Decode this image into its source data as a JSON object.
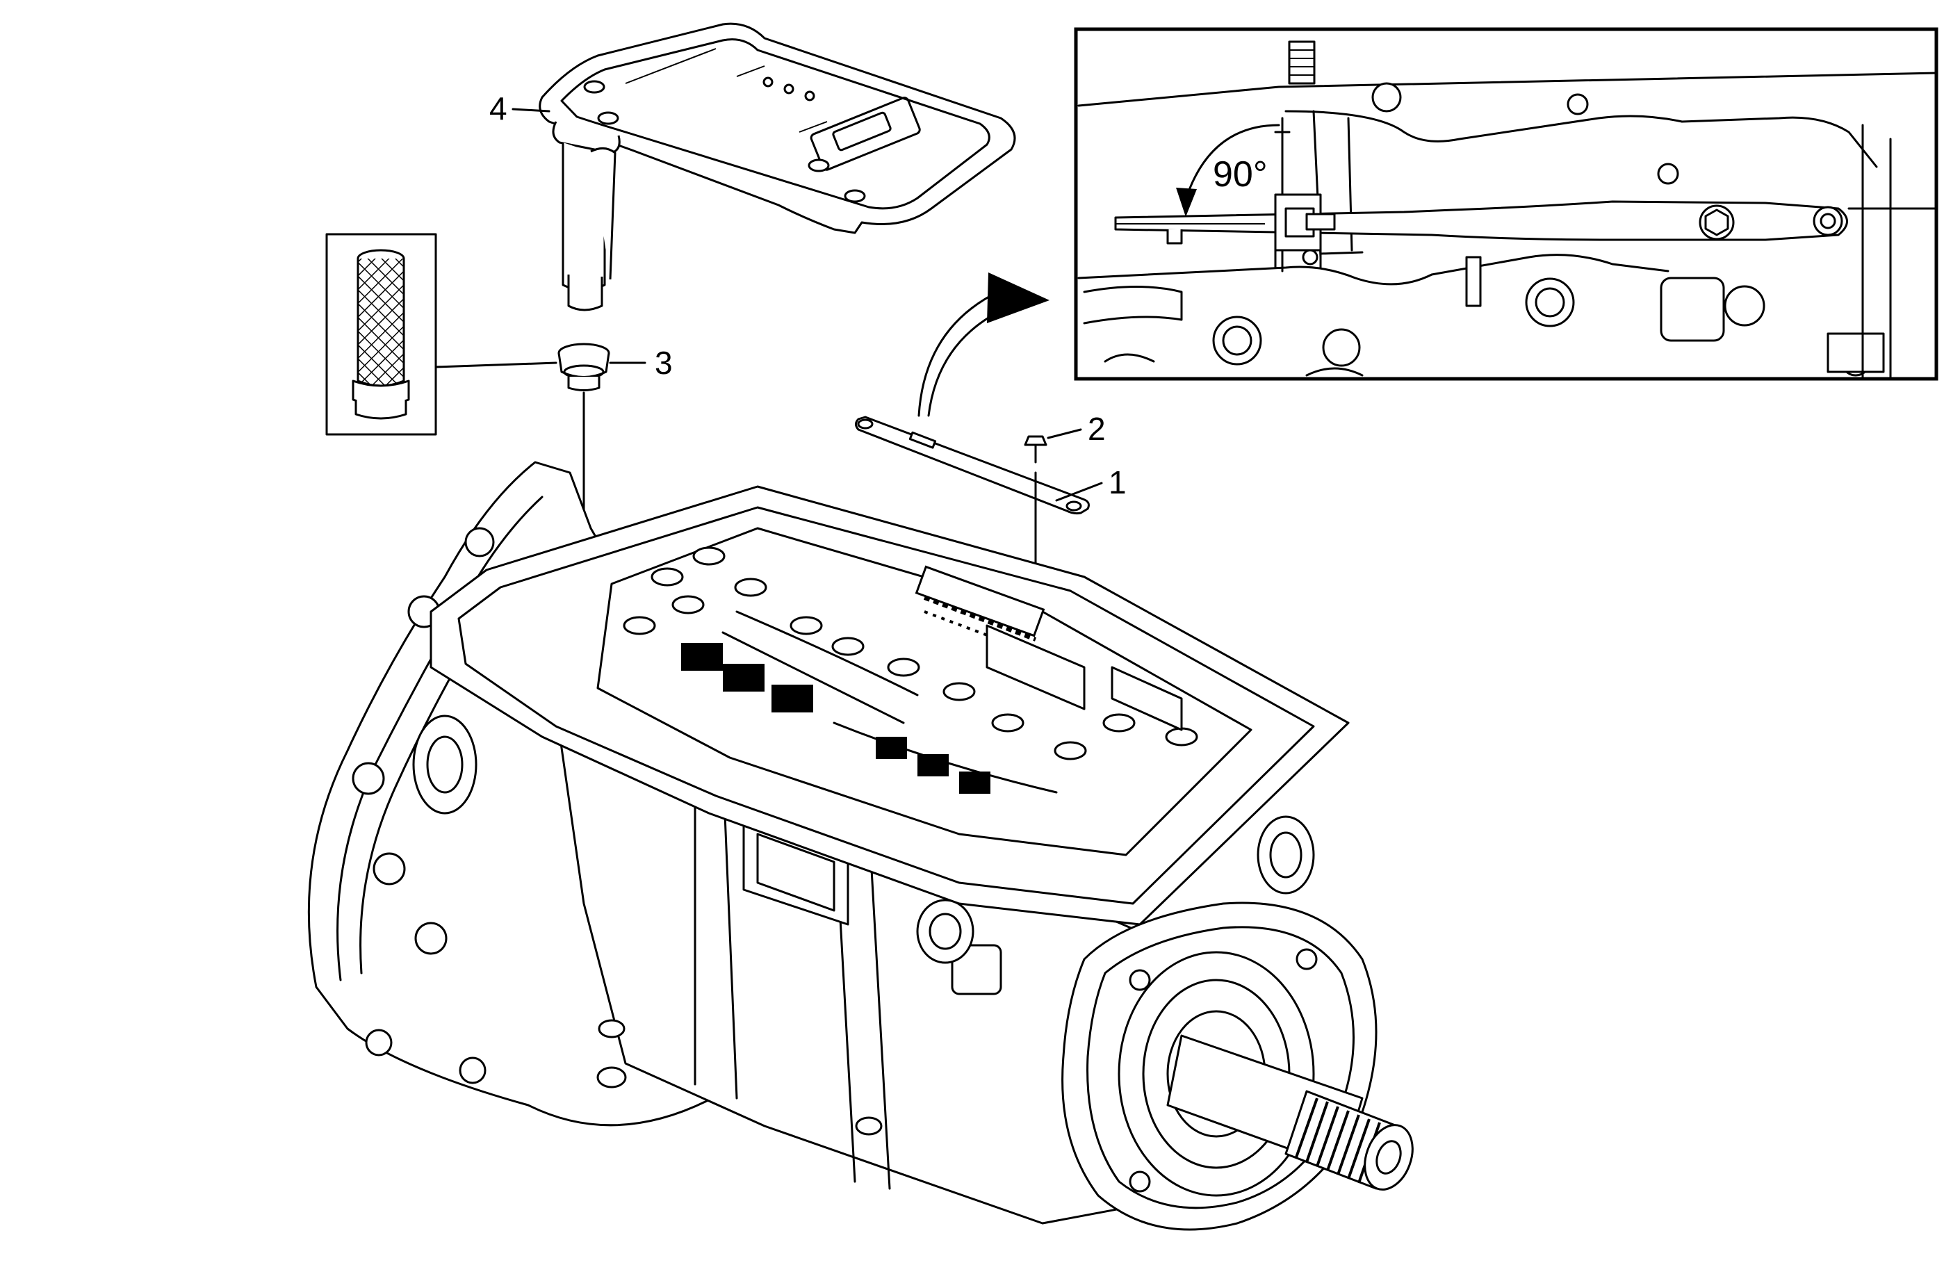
{
  "callouts": [
    {
      "id": "1",
      "label": "1"
    },
    {
      "id": "2",
      "label": "2"
    },
    {
      "id": "3",
      "label": "3"
    },
    {
      "id": "4",
      "label": "4"
    }
  ],
  "inset": {
    "angle_label": "90°"
  },
  "colors": {
    "line": "#000000",
    "background": "#ffffff"
  }
}
